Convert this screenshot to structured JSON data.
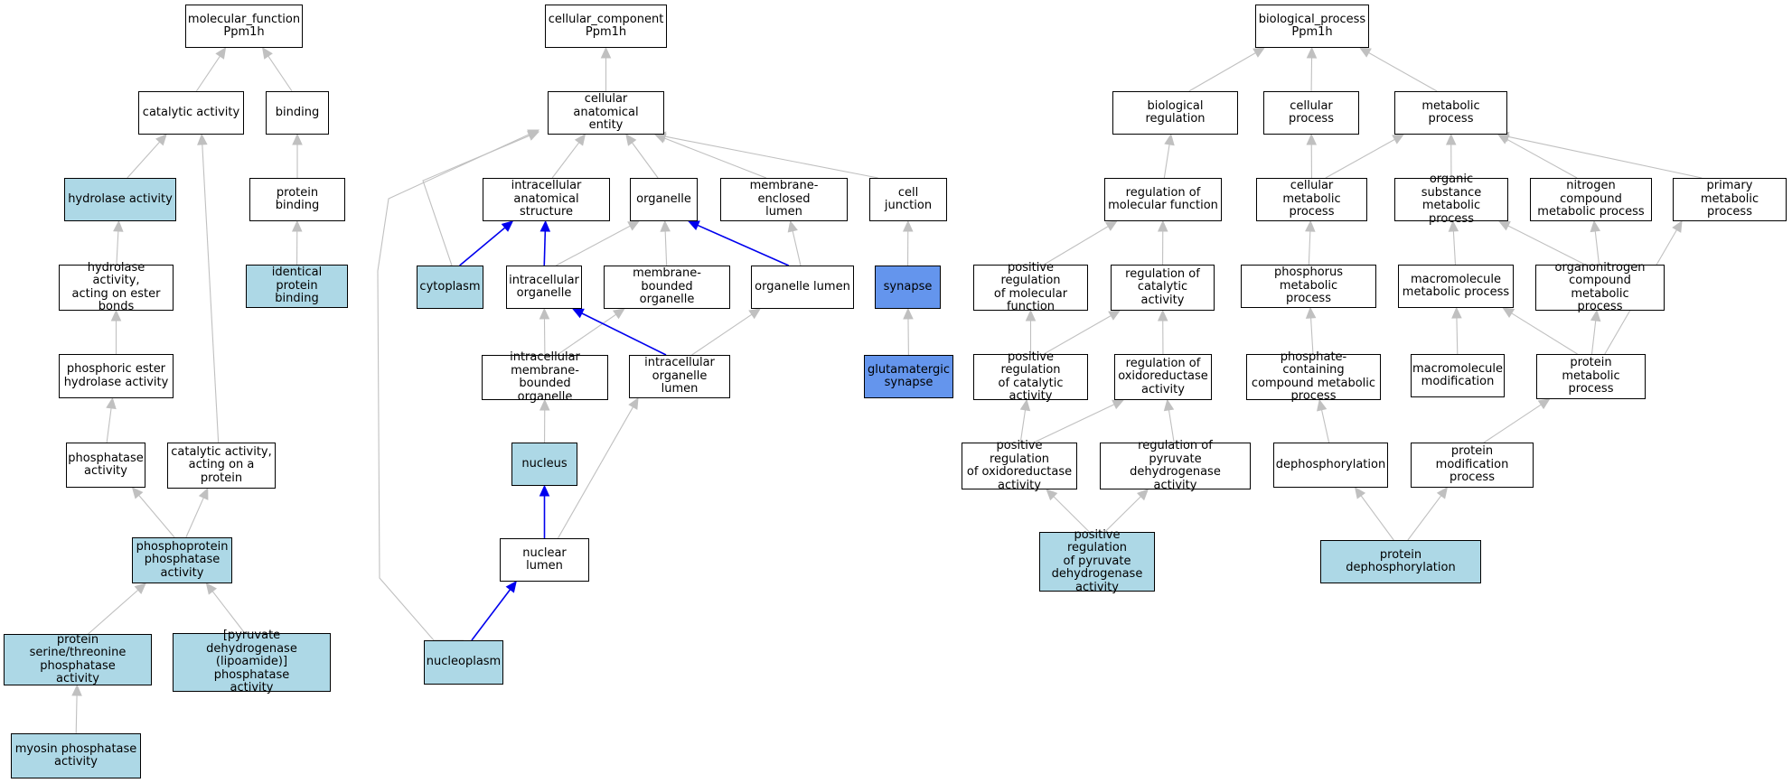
{
  "colors": {
    "default_fill": "#ffffff",
    "light_fill": "#add8e6",
    "blue_fill": "#6495ed",
    "edge_gray": "#c0c0c0",
    "edge_blue": "#0000ee"
  },
  "nodes": {
    "mf_root": {
      "label": "molecular_function\nPpm1h",
      "fill": "white"
    },
    "catalytic": {
      "label": "catalytic activity",
      "fill": "white"
    },
    "binding": {
      "label": "binding",
      "fill": "white"
    },
    "hydrolase": {
      "label": "hydrolase activity",
      "fill": "light"
    },
    "protein_binding": {
      "label": "protein binding",
      "fill": "white"
    },
    "identical_protein": {
      "label": "identical protein\nbinding",
      "fill": "light"
    },
    "hydrolase_ester": {
      "label": "hydrolase activity,\nacting on ester\nbonds",
      "fill": "white"
    },
    "phosphoric_ester": {
      "label": "phosphoric ester\nhydrolase activity",
      "fill": "white"
    },
    "phosphatase": {
      "label": "phosphatase\nactivity",
      "fill": "white"
    },
    "catalytic_protein": {
      "label": "catalytic activity,\nacting on a\nprotein",
      "fill": "white"
    },
    "phosphoprotein_phosphatase": {
      "label": "phosphoprotein\nphosphatase\nactivity",
      "fill": "light"
    },
    "ser_thr_phosphatase": {
      "label": "protein serine/threonine\nphosphatase\nactivity",
      "fill": "light"
    },
    "pdh_phosphatase": {
      "label": "[pyruvate dehydrogenase\n(lipoamide)]\nphosphatase\nactivity",
      "fill": "light"
    },
    "myosin_phosphatase": {
      "label": "myosin phosphatase\nactivity",
      "fill": "light"
    },
    "cc_root": {
      "label": "cellular_component\nPpm1h",
      "fill": "white"
    },
    "cell_anat": {
      "label": "cellular anatomical\nentity",
      "fill": "white"
    },
    "ias": {
      "label": "intracellular\nanatomical structure",
      "fill": "white"
    },
    "organelle": {
      "label": "organelle",
      "fill": "white"
    },
    "mem_encl_lumen": {
      "label": "membrane-enclosed\nlumen",
      "fill": "white"
    },
    "cell_junction": {
      "label": "cell junction",
      "fill": "white"
    },
    "cytoplasm": {
      "label": "cytoplasm",
      "fill": "light"
    },
    "ic_organelle": {
      "label": "intracellular\norganelle",
      "fill": "white"
    },
    "mem_bound_org": {
      "label": "membrane-bounded\norganelle",
      "fill": "white"
    },
    "organelle_lumen": {
      "label": "organelle lumen",
      "fill": "white"
    },
    "synapse": {
      "label": "synapse",
      "fill": "blue"
    },
    "ic_mem_bound_org": {
      "label": "intracellular\nmembrane-bounded\norganelle",
      "fill": "white"
    },
    "ic_org_lumen": {
      "label": "intracellular\norganelle lumen",
      "fill": "white"
    },
    "glut_synapse": {
      "label": "glutamatergic\nsynapse",
      "fill": "blue"
    },
    "nucleus": {
      "label": "nucleus",
      "fill": "light"
    },
    "nuclear_lumen": {
      "label": "nuclear lumen",
      "fill": "white"
    },
    "nucleoplasm": {
      "label": "nucleoplasm",
      "fill": "light"
    },
    "bp_root": {
      "label": "biological_process\nPpm1h",
      "fill": "white"
    },
    "bio_reg": {
      "label": "biological regulation",
      "fill": "white"
    },
    "cellular_process": {
      "label": "cellular process",
      "fill": "white"
    },
    "metabolic_process": {
      "label": "metabolic process",
      "fill": "white"
    },
    "reg_mol_func": {
      "label": "regulation of\nmolecular function",
      "fill": "white"
    },
    "cell_met": {
      "label": "cellular metabolic\nprocess",
      "fill": "white"
    },
    "org_sub_met": {
      "label": "organic substance\nmetabolic process",
      "fill": "white"
    },
    "nitrogen_met": {
      "label": "nitrogen compound\nmetabolic process",
      "fill": "white"
    },
    "primary_met": {
      "label": "primary metabolic\nprocess",
      "fill": "white"
    },
    "pos_reg_mol_func": {
      "label": "positive regulation\nof molecular\nfunction",
      "fill": "white"
    },
    "reg_cat_act": {
      "label": "regulation of\ncatalytic activity",
      "fill": "white"
    },
    "phosphorus_met": {
      "label": "phosphorus metabolic\nprocess",
      "fill": "white"
    },
    "macromol_met": {
      "label": "macromolecule\nmetabolic process",
      "fill": "white"
    },
    "organonitrogen": {
      "label": "organonitrogen\ncompound metabolic\nprocess",
      "fill": "white"
    },
    "pos_reg_cat_act": {
      "label": "positive regulation\nof catalytic\nactivity",
      "fill": "white"
    },
    "reg_oxidored": {
      "label": "regulation of\noxidoreductase\nactivity",
      "fill": "white"
    },
    "phosphate_cont": {
      "label": "phosphate-containing\ncompound metabolic\nprocess",
      "fill": "white"
    },
    "macromol_mod": {
      "label": "macromolecule\nmodification",
      "fill": "white"
    },
    "protein_met": {
      "label": "protein metabolic\nprocess",
      "fill": "white"
    },
    "pos_reg_oxidored": {
      "label": "positive regulation\nof oxidoreductase\nactivity",
      "fill": "white"
    },
    "reg_pdh": {
      "label": "regulation of\npyruvate dehydrogenase\nactivity",
      "fill": "white"
    },
    "dephosphorylation": {
      "label": "dephosphorylation",
      "fill": "white"
    },
    "protein_mod": {
      "label": "protein modification\nprocess",
      "fill": "white"
    },
    "pos_reg_pdh": {
      "label": "positive regulation\nof pyruvate\ndehydrogenase\nactivity",
      "fill": "light"
    },
    "protein_dephos": {
      "label": "protein dephosphorylation",
      "fill": "light"
    }
  },
  "edges": [
    {
      "from": "catalytic",
      "to": "mf_root",
      "color": "gray"
    },
    {
      "from": "binding",
      "to": "mf_root",
      "color": "gray"
    },
    {
      "from": "hydrolase",
      "to": "catalytic",
      "color": "gray"
    },
    {
      "from": "catalytic_protein",
      "to": "catalytic",
      "color": "gray"
    },
    {
      "from": "protein_binding",
      "to": "binding",
      "color": "gray"
    },
    {
      "from": "identical_protein",
      "to": "protein_binding",
      "color": "gray"
    },
    {
      "from": "hydrolase_ester",
      "to": "hydrolase",
      "color": "gray"
    },
    {
      "from": "phosphoric_ester",
      "to": "hydrolase_ester",
      "color": "gray"
    },
    {
      "from": "phosphatase",
      "to": "phosphoric_ester",
      "color": "gray"
    },
    {
      "from": "phosphoprotein_phosphatase",
      "to": "phosphatase",
      "color": "gray"
    },
    {
      "from": "phosphoprotein_phosphatase",
      "to": "catalytic_protein",
      "color": "gray"
    },
    {
      "from": "ser_thr_phosphatase",
      "to": "phosphoprotein_phosphatase",
      "color": "gray"
    },
    {
      "from": "pdh_phosphatase",
      "to": "phosphoprotein_phosphatase",
      "color": "gray"
    },
    {
      "from": "myosin_phosphatase",
      "to": "ser_thr_phosphatase",
      "color": "gray"
    },
    {
      "from": "cell_anat",
      "to": "cc_root",
      "color": "gray"
    },
    {
      "from": "ias",
      "to": "cell_anat",
      "color": "gray"
    },
    {
      "from": "organelle",
      "to": "cell_anat",
      "color": "gray"
    },
    {
      "from": "mem_encl_lumen",
      "to": "cell_anat",
      "color": "gray"
    },
    {
      "from": "cell_junction",
      "to": "cell_anat",
      "color": "gray"
    },
    {
      "from": "cytoplasm",
      "to": "cell_anat",
      "color": "gray",
      "curve": "cytoplasm"
    },
    {
      "from": "nucleoplasm",
      "to": "cell_anat",
      "color": "gray",
      "curve": "nucleoplasm"
    },
    {
      "from": "cytoplasm",
      "to": "ias",
      "color": "blue"
    },
    {
      "from": "ic_organelle",
      "to": "ias",
      "color": "blue"
    },
    {
      "from": "ic_organelle",
      "to": "organelle",
      "color": "gray"
    },
    {
      "from": "mem_bound_org",
      "to": "organelle",
      "color": "gray"
    },
    {
      "from": "organelle_lumen",
      "to": "organelle",
      "color": "blue"
    },
    {
      "from": "organelle_lumen",
      "to": "mem_encl_lumen",
      "color": "gray"
    },
    {
      "from": "synapse",
      "to": "cell_junction",
      "color": "gray"
    },
    {
      "from": "glut_synapse",
      "to": "synapse",
      "color": "gray"
    },
    {
      "from": "ic_mem_bound_org",
      "to": "ic_organelle",
      "color": "gray"
    },
    {
      "from": "ic_mem_bound_org",
      "to": "mem_bound_org",
      "color": "gray"
    },
    {
      "from": "ic_org_lumen",
      "to": "ic_organelle",
      "color": "blue"
    },
    {
      "from": "ic_org_lumen",
      "to": "organelle_lumen",
      "color": "gray"
    },
    {
      "from": "nucleus",
      "to": "ic_mem_bound_org",
      "color": "gray"
    },
    {
      "from": "nuclear_lumen",
      "to": "nucleus",
      "color": "blue"
    },
    {
      "from": "nuclear_lumen",
      "to": "ic_org_lumen",
      "color": "gray"
    },
    {
      "from": "nucleoplasm",
      "to": "nuclear_lumen",
      "color": "blue"
    },
    {
      "from": "bio_reg",
      "to": "bp_root",
      "color": "gray"
    },
    {
      "from": "cellular_process",
      "to": "bp_root",
      "color": "gray"
    },
    {
      "from": "metabolic_process",
      "to": "bp_root",
      "color": "gray"
    },
    {
      "from": "reg_mol_func",
      "to": "bio_reg",
      "color": "gray"
    },
    {
      "from": "cell_met",
      "to": "cellular_process",
      "color": "gray"
    },
    {
      "from": "cell_met",
      "to": "metabolic_process",
      "color": "gray"
    },
    {
      "from": "org_sub_met",
      "to": "metabolic_process",
      "color": "gray"
    },
    {
      "from": "nitrogen_met",
      "to": "metabolic_process",
      "color": "gray"
    },
    {
      "from": "primary_met",
      "to": "metabolic_process",
      "color": "gray"
    },
    {
      "from": "pos_reg_mol_func",
      "to": "reg_mol_func",
      "color": "gray"
    },
    {
      "from": "reg_cat_act",
      "to": "reg_mol_func",
      "color": "gray"
    },
    {
      "from": "phosphorus_met",
      "to": "cell_met",
      "color": "gray"
    },
    {
      "from": "macromol_met",
      "to": "org_sub_met",
      "color": "gray"
    },
    {
      "from": "organonitrogen",
      "to": "org_sub_met",
      "color": "gray"
    },
    {
      "from": "organonitrogen",
      "to": "nitrogen_met",
      "color": "gray"
    },
    {
      "from": "pos_reg_cat_act",
      "to": "pos_reg_mol_func",
      "color": "gray"
    },
    {
      "from": "pos_reg_cat_act",
      "to": "reg_cat_act",
      "color": "gray"
    },
    {
      "from": "reg_oxidored",
      "to": "reg_cat_act",
      "color": "gray"
    },
    {
      "from": "phosphate_cont",
      "to": "phosphorus_met",
      "color": "gray"
    },
    {
      "from": "macromol_mod",
      "to": "macromol_met",
      "color": "gray"
    },
    {
      "from": "protein_met",
      "to": "macromol_met",
      "color": "gray"
    },
    {
      "from": "protein_met",
      "to": "organonitrogen",
      "color": "gray"
    },
    {
      "from": "protein_met",
      "to": "primary_met",
      "color": "gray"
    },
    {
      "from": "pos_reg_oxidored",
      "to": "pos_reg_cat_act",
      "color": "gray"
    },
    {
      "from": "pos_reg_oxidored",
      "to": "reg_oxidored",
      "color": "gray"
    },
    {
      "from": "reg_pdh",
      "to": "reg_oxidored",
      "color": "gray"
    },
    {
      "from": "dephosphorylation",
      "to": "phosphate_cont",
      "color": "gray"
    },
    {
      "from": "protein_mod",
      "to": "protein_met",
      "color": "gray"
    },
    {
      "from": "pos_reg_pdh",
      "to": "pos_reg_oxidored",
      "color": "gray"
    },
    {
      "from": "pos_reg_pdh",
      "to": "reg_pdh",
      "color": "gray"
    },
    {
      "from": "protein_dephos",
      "to": "dephosphorylation",
      "color": "gray"
    },
    {
      "from": "protein_dephos",
      "to": "protein_mod",
      "color": "gray"
    }
  ]
}
